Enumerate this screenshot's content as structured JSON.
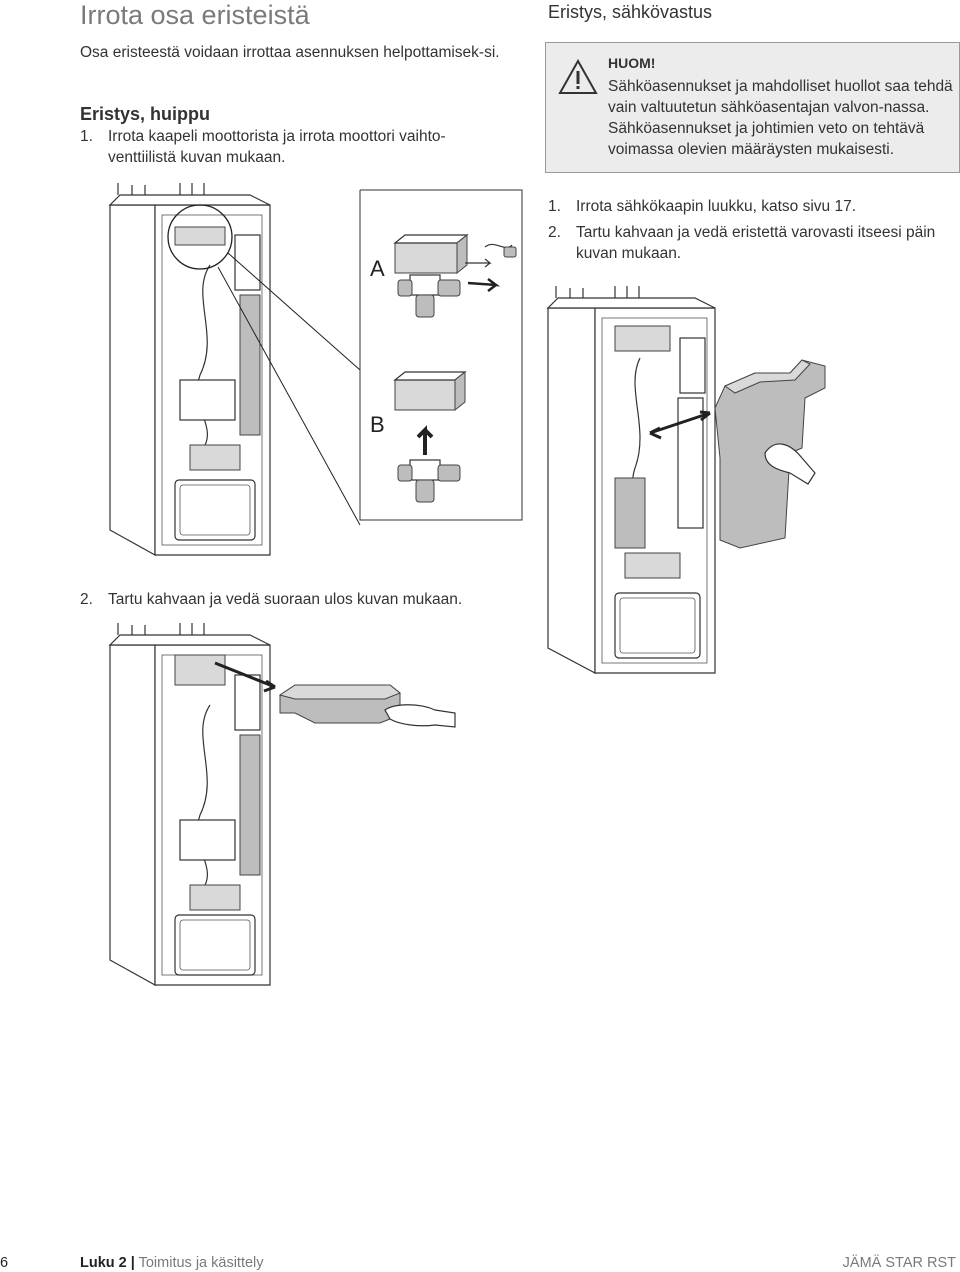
{
  "title": "Irrota osa eristeistä",
  "intro": "Osa eristeestä voidaan irrottaa asennuksen helpottamisek-si.",
  "left": {
    "subhead": "Eristys, huippu",
    "step1_num": "1.",
    "step1_text": "Irrota kaapeli moottorista ja irrota moottori vaihto-venttiilistä kuvan mukaan.",
    "label_a": "A",
    "label_b": "B",
    "step2_num": "2.",
    "step2_text": "Tartu kahvaan ja vedä suoraan ulos kuvan mukaan."
  },
  "right": {
    "subhead": "Eristys, sähkövastus",
    "note_label": "HUOM!",
    "note_text": "Sähköasennukset ja mahdolliset huollot saa tehdä vain valtuutetun sähköasentajan valvon-nassa. Sähköasennukset ja johtimien veto on tehtävä voimassa olevien määräysten mukaisesti.",
    "step1_num": "1.",
    "step1_text": "Irrota sähkökaapin luukku, katso sivu 17.",
    "step2_num": "2.",
    "step2_text": "Tartu kahvaan ja vedä eristettä varovasti itseesi päin kuvan mukaan."
  },
  "footer": {
    "page_number": "6",
    "chapter": "Luku 2",
    "separator": "|",
    "chapter_title": "Toimitus ja käsittely",
    "product": "JÄMÄ STAR RST"
  }
}
